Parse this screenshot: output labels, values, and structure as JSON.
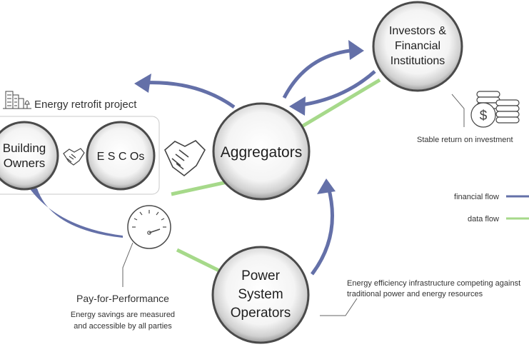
{
  "colors": {
    "financial_flow": "#6470a8",
    "data_flow": "#a6d98a",
    "node_border": "#4a4a4a",
    "text": "#222222"
  },
  "group": {
    "title": "Energy retrofit project"
  },
  "nodes": {
    "building_owners": [
      "Building",
      "Owners"
    ],
    "escos": "E S C Os",
    "aggregators": "Aggregators",
    "investors": [
      "Investors &",
      "Financial",
      "Institutions"
    ],
    "power_system_operators": [
      "Power",
      "System",
      "Operators"
    ]
  },
  "annotations": {
    "investment": "Stable return on investment",
    "pay_for_performance_title": "Pay-for-Performance",
    "pay_for_performance_desc": [
      "Energy savings are measured",
      "and accessible by all parties"
    ],
    "efficiency": [
      "Energy efficiency infrastructure competing against",
      "traditional power and energy resources"
    ]
  },
  "legend": {
    "financial": "financial flow",
    "data": "data flow"
  },
  "icons": {
    "building": "office-building-icon",
    "handshake_small": "handshake-icon",
    "handshake_large": "handshake-icon",
    "coins": "coin-stack-dollar-icon",
    "meter": "gauge-meter-icon"
  }
}
